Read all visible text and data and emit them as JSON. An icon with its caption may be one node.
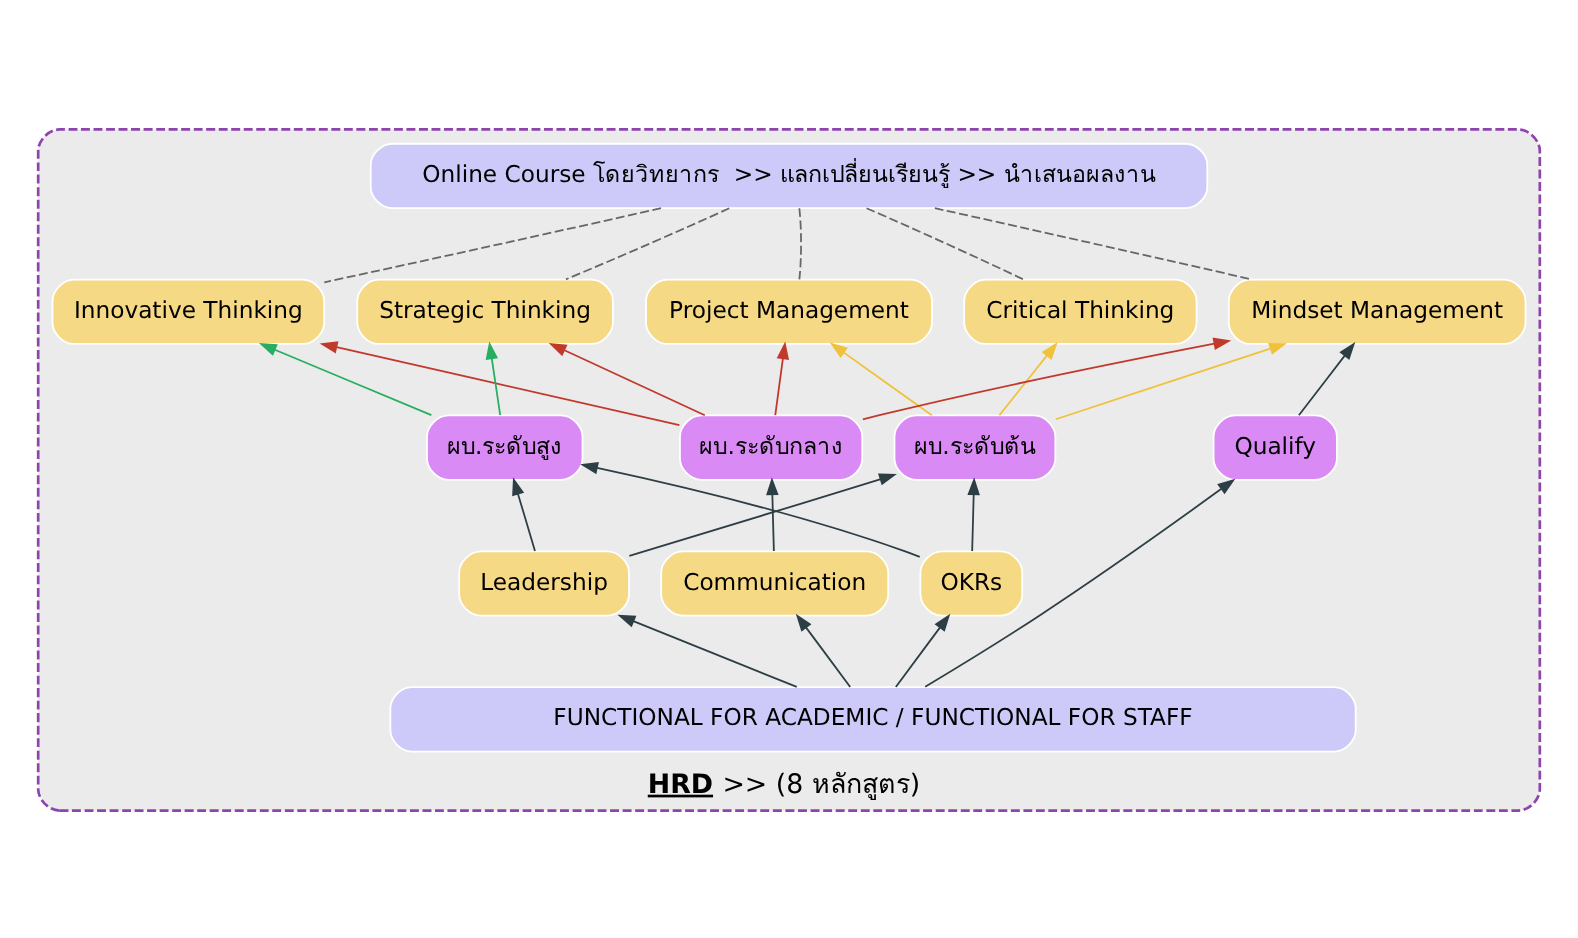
{
  "diagram": {
    "nodes": [
      {
        "text": [
          "HRD",
          ">> (8 หลักสูตร)"
        ]
      },
      {
        "text": [
          "Online Course โดยวิทยากร  >> แลกเปลี่ยนเรียนรู้ >> นำเสนอผลงาน"
        ],
        "in": 0
      },
      {
        "text": [
          "Mindset Management"
        ],
        "in": 0
      },
      {
        "text": [
          "Project Management"
        ],
        "in": 0
      },
      {
        "text": [
          "Strategic Thinking"
        ],
        "in": 0
      },
      {
        "text": [
          "Critical Thinking"
        ],
        "in": 0
      },
      {
        "text": [
          "Innovative Thinking"
        ],
        "in": 0
      },
      {
        "text": [
          "Qualify"
        ],
        "in": 0
      },
      {
        "text": [
          "ผบ.ระดับต้น"
        ],
        "in": 0
      },
      {
        "text": [
          "ผบ.ระดับกลาง"
        ],
        "in": 0
      },
      {
        "text": [
          "ผบ.ระดับสูง"
        ],
        "in": 0
      },
      {
        "text": [
          "OKRs"
        ],
        "in": 0
      },
      {
        "text": [
          "Communication"
        ],
        "in": 0
      },
      {
        "text": [
          "Leadership"
        ],
        "in": 0
      },
      {
        "text": [
          "FUNCTIONAL FOR ACADEMIC / FUNCTIONAL FOR STAFF"
        ],
        "in": 0
      }
    ],
    "edges": [
      {
        "from": 1,
        "to": 2,
        "arrow": "none",
        "style": "dashed",
        "color": "#666666"
      },
      {
        "from": 1,
        "to": 3,
        "arrow": "none",
        "style": "dashed",
        "color": "#666666"
      },
      {
        "from": 1,
        "to": 4,
        "arrow": "none",
        "style": "dashed",
        "color": "#666666"
      },
      {
        "from": 1,
        "to": 5,
        "arrow": "none",
        "style": "dashed",
        "color": "#666666"
      },
      {
        "from": 1,
        "to": 6,
        "arrow": "none",
        "style": "dashed",
        "color": "#666666"
      },
      {
        "from": 7,
        "to": 2,
        "arrow": "to"
      },
      {
        "from": 8,
        "to": 2,
        "arrow": "to",
        "color": "#f0c23b"
      },
      {
        "from": 8,
        "to": 3,
        "arrow": "to",
        "color": "#f0c23b"
      },
      {
        "from": 8,
        "to": 5,
        "arrow": "to",
        "color": "#f0c23b"
      },
      {
        "from": 9,
        "to": 2,
        "arrow": "to",
        "color": "#c0392b"
      },
      {
        "from": 9,
        "to": 3,
        "arrow": "to",
        "color": "#c0392b"
      },
      {
        "from": 9,
        "to": 4,
        "arrow": "to",
        "color": "#c0392b"
      },
      {
        "from": 9,
        "to": 6,
        "arrow": "to",
        "color": "#c0392b"
      },
      {
        "from": 10,
        "to": 4,
        "arrow": "to",
        "color": "#27ae60"
      },
      {
        "from": 10,
        "to": 6,
        "arrow": "to",
        "color": "#27ae60"
      },
      {
        "from": 11,
        "to": 8,
        "arrow": "to"
      },
      {
        "from": 11,
        "to": 10,
        "arrow": "to"
      },
      {
        "from": 13,
        "to": 8,
        "arrow": "to"
      },
      {
        "from": 13,
        "to": 10,
        "arrow": "to"
      },
      {
        "from": 12,
        "to": 9,
        "arrow": "to"
      },
      {
        "from": 14,
        "to": 7,
        "arrow": "to"
      },
      {
        "from": 14,
        "to": 11,
        "arrow": "to"
      },
      {
        "from": 14,
        "to": 12,
        "arrow": "to"
      },
      {
        "from": 14,
        "to": 13,
        "arrow": "to"
      }
    ]
  }
}
